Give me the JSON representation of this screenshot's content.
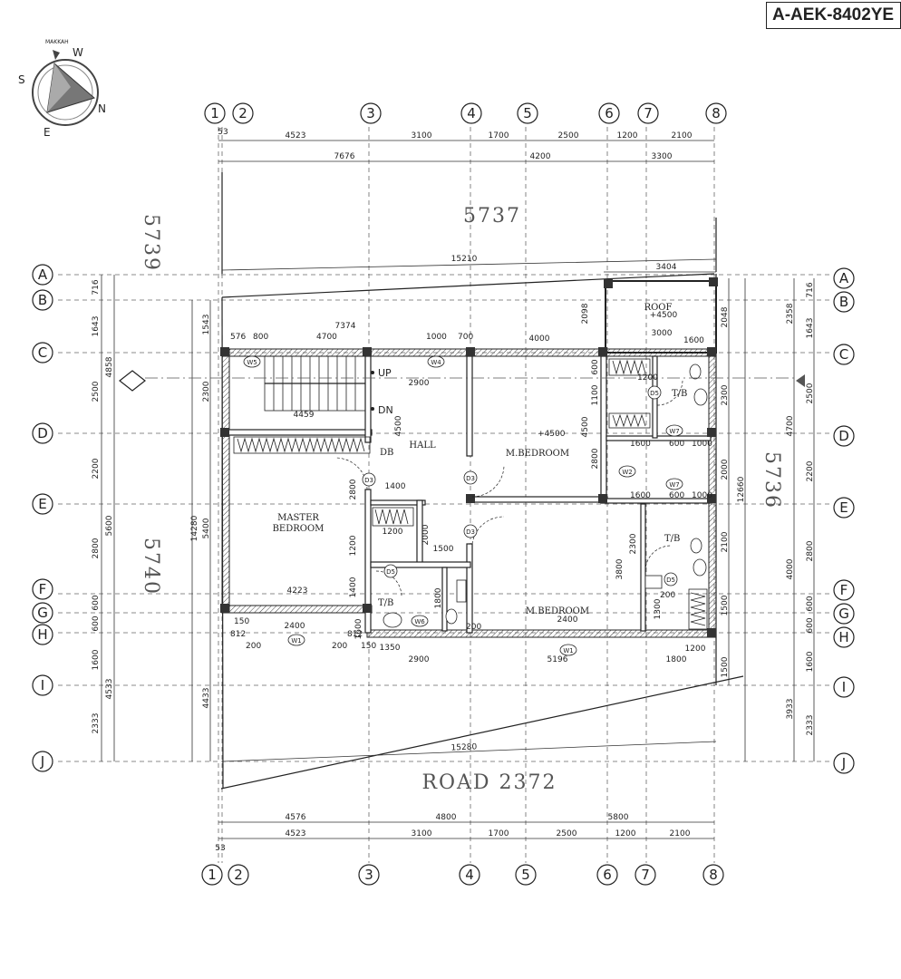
{
  "sheet": {
    "tag": "A-AEK-8402YE"
  },
  "compass": {
    "label": "MAKKAH",
    "dirs": [
      "S",
      "W",
      "N",
      "E"
    ]
  },
  "grid": {
    "columns": [
      "1",
      "2",
      "3",
      "4",
      "5",
      "6",
      "7",
      "8"
    ],
    "rows": [
      "A",
      "B",
      "C",
      "D",
      "E",
      "F",
      "G",
      "H",
      "I",
      "J"
    ]
  },
  "dims_top": {
    "row1": [
      "53",
      "4523",
      "3100",
      "1700",
      "2500",
      "1200",
      "2100"
    ],
    "row2": [
      "7676",
      "4200",
      "3300"
    ]
  },
  "dims_bottom": {
    "row1": [
      "4576",
      "4800",
      "5800"
    ],
    "row2": [
      "4523",
      "3100",
      "1700",
      "2500",
      "1200",
      "2100"
    ],
    "offset": "53"
  },
  "dims_left": {
    "inner": [
      "716",
      "1643",
      "2500",
      "2200",
      "2800",
      "600",
      "600",
      "1600",
      "2333"
    ],
    "middle": [
      "4858",
      "5600",
      "4533"
    ],
    "outer": [
      "1543",
      "2300",
      "5400",
      "14280",
      "4433"
    ]
  },
  "dims_right": {
    "inner": [
      "716",
      "1643",
      "2500",
      "2200",
      "2800",
      "600",
      "600",
      "1600",
      "2333"
    ],
    "middle": [
      "2358",
      "4700",
      "4000",
      "3933"
    ],
    "outer": [
      "2048",
      "2300",
      "2000",
      "2100",
      "1500",
      "1500",
      "12660"
    ]
  },
  "plot": {
    "north_plot": "5737",
    "west_plot": "5739",
    "east_plot": "5736",
    "south_plot": "5740",
    "road": "ROAD  2372",
    "top_length": "15210",
    "bottom_length": "15280",
    "roof_width": "3404"
  },
  "rooms": {
    "roof": "ROOF",
    "roof_level": "+4500",
    "hall": "HALL",
    "m_bedroom_1": "M.BEDROOM",
    "m_bedroom_1_level": "+4500",
    "master_bedroom_line1": "MASTER",
    "master_bedroom_line2": "BEDROOM",
    "m_bedroom_2": "M.BEDROOM",
    "tb": "T/B",
    "up": "UP",
    "dn": "DN",
    "db": "DB"
  },
  "tags": {
    "windows": [
      "W5",
      "W4",
      "W7",
      "W2",
      "W7",
      "W6",
      "W1",
      "W1"
    ],
    "doors": [
      "D5",
      "D3",
      "D3",
      "D3",
      "D5",
      "D5"
    ]
  },
  "interior_dims": [
    "576",
    "800",
    "4700",
    "1000",
    "700",
    "7374",
    "4000",
    "2900",
    "4459",
    "4500",
    "4500",
    "2098",
    "3000",
    "1600",
    "1200",
    "1100",
    "600",
    "2800",
    "1600",
    "600",
    "1000",
    "1600",
    "600",
    "1000",
    "1400",
    "2800",
    "1200",
    "2000",
    "1500",
    "1200",
    "1400",
    "4223",
    "1800",
    "3800",
    "2300",
    "1300",
    "200",
    "2400",
    "2400",
    "1350",
    "2900",
    "5196",
    "1200",
    "1800",
    "150",
    "812",
    "812",
    "200",
    "200",
    "150",
    "1600",
    "200"
  ]
}
